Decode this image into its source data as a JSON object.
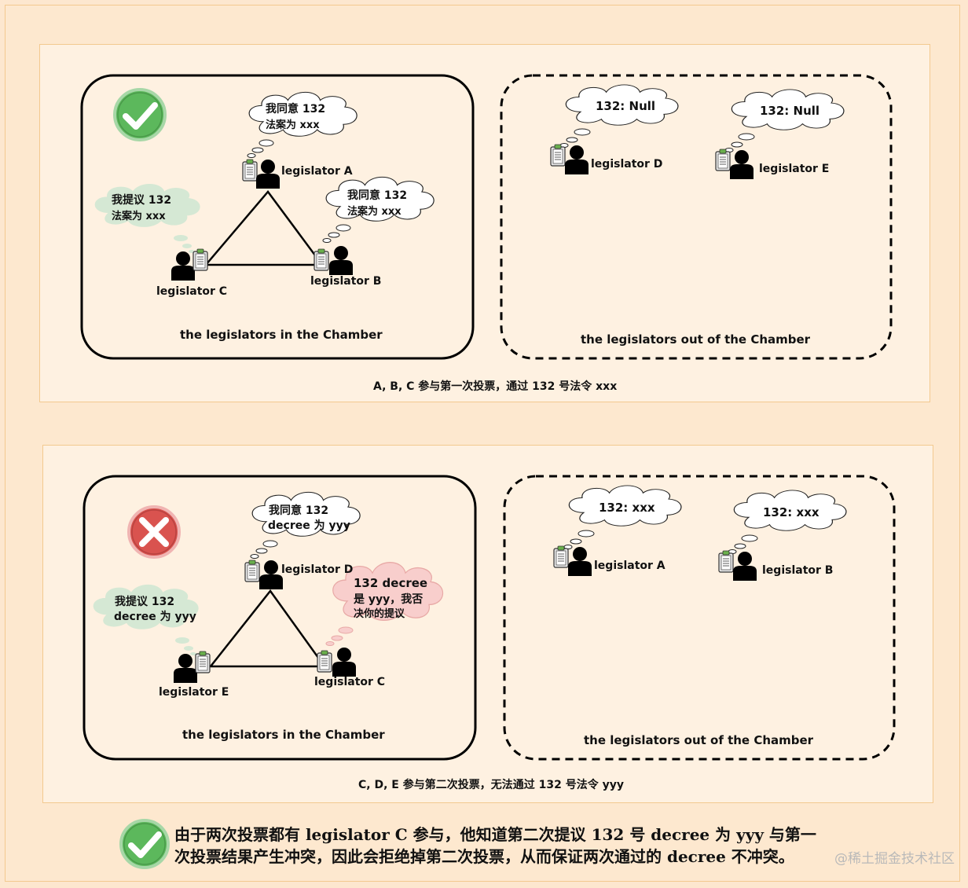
{
  "panel1": {
    "caption": "A, B, C 参与第一次投票，通过 132 号法令 xxx",
    "chamber_label": "the legislators in the Chamber",
    "outside_label": "the legislators out of the Chamber",
    "status": "success",
    "legislators": {
      "a": "legislator A",
      "b": "legislator B",
      "c": "legislator C",
      "d": "legislator D",
      "e": "legislator E"
    },
    "bubbles": {
      "a_line1": "我同意 132",
      "a_line2": "法案为 xxx",
      "b_line1": "我同意 132",
      "b_line2": "法案为 xxx",
      "c_line1": "我提议 132",
      "c_line2": "法案为 xxx",
      "d": "132: Null",
      "e": "132: Null"
    }
  },
  "panel2": {
    "caption": "C, D, E 参与第二次投票，无法通过 132 号法令 yyy",
    "chamber_label": "the legislators in the Chamber",
    "outside_label": "the legislators out of the Chamber",
    "status": "failure",
    "legislators": {
      "d": "legislator D",
      "c": "legislator C",
      "e": "legislator E",
      "a": "legislator A",
      "b": "legislator B"
    },
    "bubbles": {
      "d_line1": "我同意 132",
      "d_line2": "decree 为 yyy",
      "c_line1": "132 decree",
      "c_line2": "是 yyy，我否",
      "c_line3": "决你的提议",
      "e_line1": "我提议 132",
      "e_line2": "decree 为 yyy",
      "a": "132: xxx",
      "b": "132: xxx"
    }
  },
  "conclusion": {
    "line1": "由于两次投票都有 legislator C 参与，他知道第二次提议 132 号 decree 为 yyy 与第一",
    "line2": "次投票结果产生冲突，因此会拒绝掉第二次投票，从而保证两次通过的 decree 不冲突。"
  },
  "watermark": "@稀土掘金技术社区",
  "colors": {
    "background": "#fde8cf",
    "panel": "#fef1e1",
    "panel_border": "#f3c98f",
    "success_green": "#5cb85c",
    "failure_red": "#d9534f",
    "green_bubble": "#d5e8d4",
    "red_bubble": "#f8cecc"
  }
}
